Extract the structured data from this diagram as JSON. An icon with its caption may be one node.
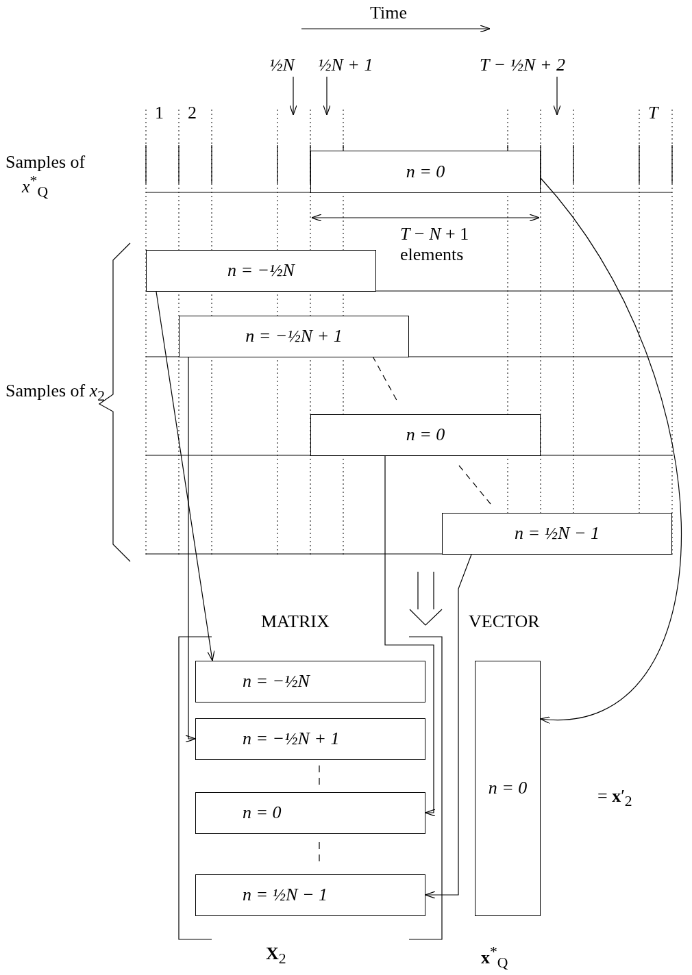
{
  "diagram": {
    "nodes": [
      {
        "text": [
          "n = 0"
        ]
      },
      {
        "text": [
          "n = −½N"
        ]
      },
      {
        "text": [
          "n = −½N + 1"
        ]
      },
      {
        "text": [
          "n = 0"
        ]
      },
      {
        "text": [
          "n = ½N − 1"
        ]
      },
      {
        "text": [
          "n = −½N"
        ]
      },
      {
        "text": [
          "n = −½N + 1"
        ]
      },
      {
        "text": [
          "n = 0"
        ]
      },
      {
        "text": [
          "n = ½N − 1"
        ]
      },
      {
        "text": [
          "n = 0"
        ]
      },
      {
        "text": [
          "½N"
        ]
      },
      {
        "text": [
          "½N + 1"
        ]
      },
      {
        "text": [
          "T − ½N + 2"
        ]
      }
    ],
    "edges": [
      {
        "from": 0,
        "to": 9,
        "arrow": "to"
      },
      {
        "from": 1,
        "to": 5,
        "arrow": "to"
      },
      {
        "from": 2,
        "to": 6,
        "arrow": "to"
      },
      {
        "from": 3,
        "to": 7,
        "arrow": "to"
      },
      {
        "from": 4,
        "to": 8,
        "arrow": "to"
      },
      {
        "from": 10,
        "to": null,
        "arrow": "to"
      },
      {
        "from": 11,
        "to": null,
        "arrow": "to"
      },
      {
        "from": 12,
        "to": null,
        "arrow": "to"
      }
    ],
    "labels": [
      "Time",
      "1",
      "2",
      "*T*",
      "Samples of *x*$^{*}$$_{Q}$",
      "*T* − *N* + 1 elements",
      "Samples of *x*$_{2}$",
      "MATRIX",
      "VECTOR",
      "= **x**′$_{2}$",
      "**X**$_{2}$",
      "**x**$^{*}$$_{Q}$"
    ]
  }
}
